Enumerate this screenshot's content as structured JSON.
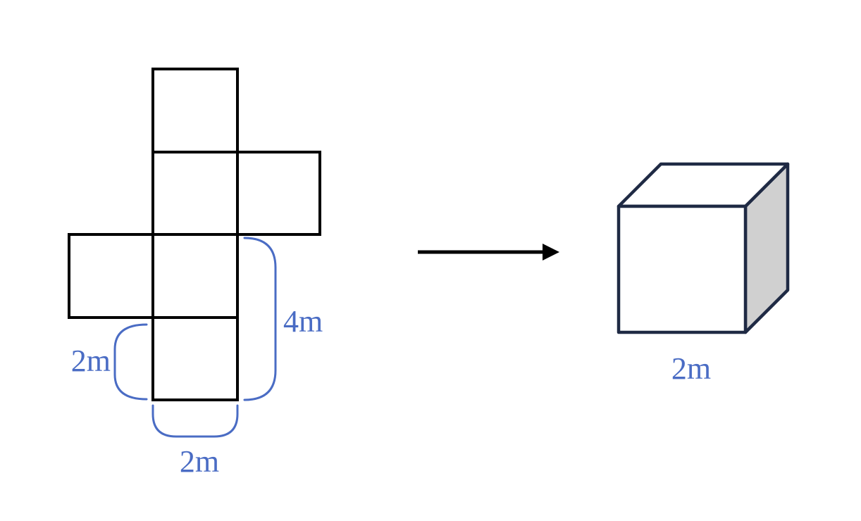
{
  "net": {
    "labels": {
      "left_height": "2m",
      "right_height": "4m",
      "bottom_width": "2m"
    }
  },
  "cube": {
    "label": "2m",
    "side_face_fill": "#d0d0d0"
  },
  "colors": {
    "dimension": "#4a6cc4",
    "cube_edge": "#1f2a44",
    "net_edge": "#000000",
    "arrow": "#000000"
  }
}
